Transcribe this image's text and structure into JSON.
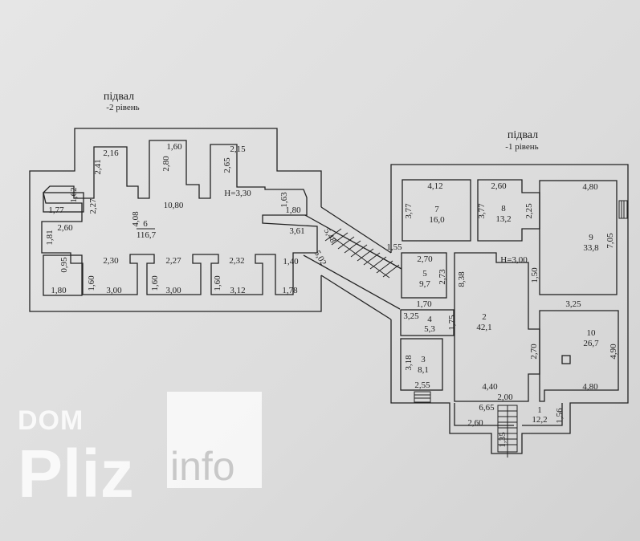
{
  "left_plan": {
    "title": "підвал",
    "subtitle": "-2 рівень",
    "room_number": "6",
    "room_area": "116,7",
    "height": "Н=3,30",
    "dims": [
      "2,16",
      "1,60",
      "2,15",
      "2,41",
      "2,80",
      "2,65",
      "1,62",
      "1,77",
      "2,27",
      "10,80",
      "1,63",
      "1,80",
      "4,08",
      "2,60",
      "3,61",
      "1,81",
      "0,95",
      "2,30",
      "2,27",
      "2,32",
      "1,40",
      "1,80",
      "1,60",
      "3,00",
      "1,60",
      "3,00",
      "1,60",
      "3,12",
      "1,78",
      "5,48",
      "5,02"
    ]
  },
  "right_plan": {
    "title": "підвал",
    "subtitle": "-1 рівень",
    "height": "Н=3,00",
    "rooms": [
      {
        "number": "7",
        "area": "16,0"
      },
      {
        "number": "8",
        "area": "13,2"
      },
      {
        "number": "9",
        "area": "33,8"
      },
      {
        "number": "5",
        "area": "9,7"
      },
      {
        "number": "4",
        "area": "5,3"
      },
      {
        "number": "2",
        "area": "42,1"
      },
      {
        "number": "10",
        "area": "26,7"
      },
      {
        "number": "3",
        "area": "8,1"
      },
      {
        "number": "1",
        "area": "12,2"
      }
    ],
    "dims": [
      "4,12",
      "2,60",
      "4,80",
      "3,77",
      "3,77",
      "2,25",
      "7,05",
      "1,55",
      "2,70",
      "2,73",
      "8,38",
      "1,50",
      "1,70",
      "3,25",
      "3,25",
      "1,75",
      "4,90",
      "3,18",
      "2,70",
      "2,55",
      "4,40",
      "2,00",
      "4,80",
      "6,65",
      "2,60",
      "1,56",
      "1,35"
    ]
  },
  "watermark": {
    "line1": "DOM",
    "line2": "Pliz",
    "line3": "info"
  }
}
